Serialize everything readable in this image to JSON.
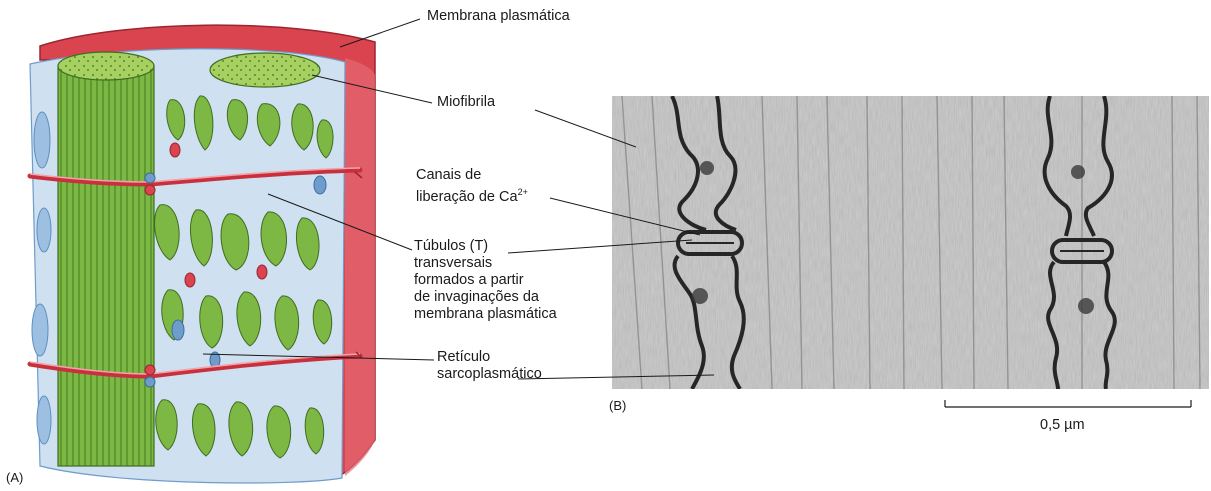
{
  "panel_a": {
    "tag": "(A)"
  },
  "panel_b": {
    "tag": "(B)"
  },
  "labels": {
    "membrane": "Membrana plasmática",
    "myofibril": "Miofibrila",
    "ca_channels_line1": "Canais de",
    "ca_channels_line2": "liberação de Ca",
    "ca_superscript": "2+",
    "t_tubules_line1": "Túbulos (T)",
    "t_tubules_line2": "transversais",
    "t_tubules_line3": "formados a partir",
    "t_tubules_line4": "de invaginações da",
    "t_tubules_line5": "membrana plasmática",
    "sr_line1": "Retículo",
    "sr_line2": "sarcoplasmático"
  },
  "scale_bar": {
    "label": "0,5 µm",
    "length_um": 0.5
  },
  "colors": {
    "myofibril_green": "#78b43c",
    "myofibril_dark": "#4f8a2a",
    "membrane_red": "#d9444f",
    "sr_blue": "#b9d3ea",
    "sr_blue_dark": "#6e9ccb",
    "micrograph_gray": "#9a9a9a"
  }
}
